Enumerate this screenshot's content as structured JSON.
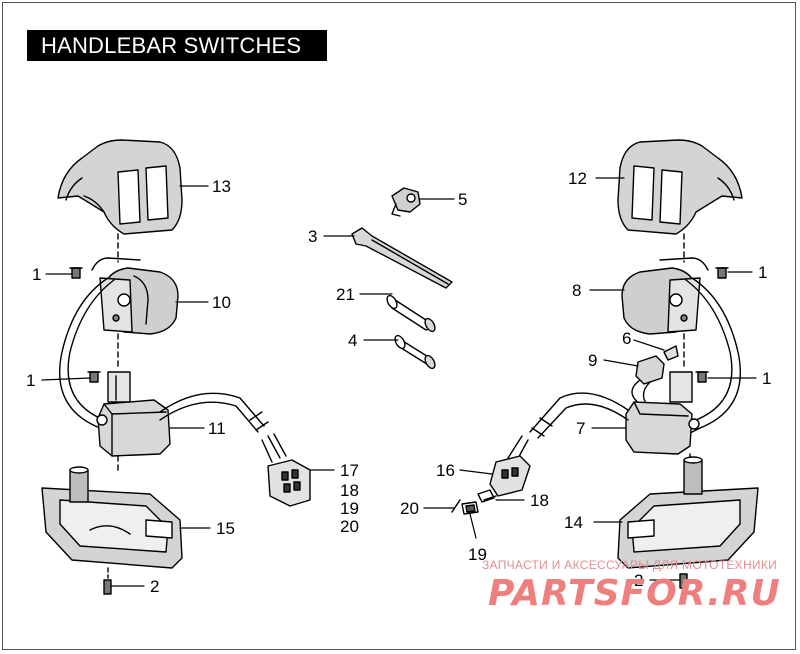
{
  "title": "HANDLEBAR SWITCHES",
  "callouts": {
    "c13": "13",
    "c12": "12",
    "c5": "5",
    "c3": "3",
    "c1a": "1",
    "c1b": "1",
    "c1c": "1",
    "c1d": "1",
    "c10": "10",
    "c8": "8",
    "c21": "21",
    "c4": "4",
    "c6": "6",
    "c9": "9",
    "c11": "11",
    "c7": "7",
    "c17": "17",
    "c18a": "18",
    "c19a": "19",
    "c20a": "20",
    "c16": "16",
    "c20b": "20",
    "c18b": "18",
    "c19b": "19",
    "c15": "15",
    "c14": "14",
    "c2a": "2",
    "c2b": "2"
  },
  "watermark": {
    "top": "ЗАПЧАСТИ И АКСЕССУАРЫ ДЛЯ МОТОТЕХНИКИ",
    "brand": "PARTSFOR.RU",
    "color": "#ef7f7f"
  }
}
